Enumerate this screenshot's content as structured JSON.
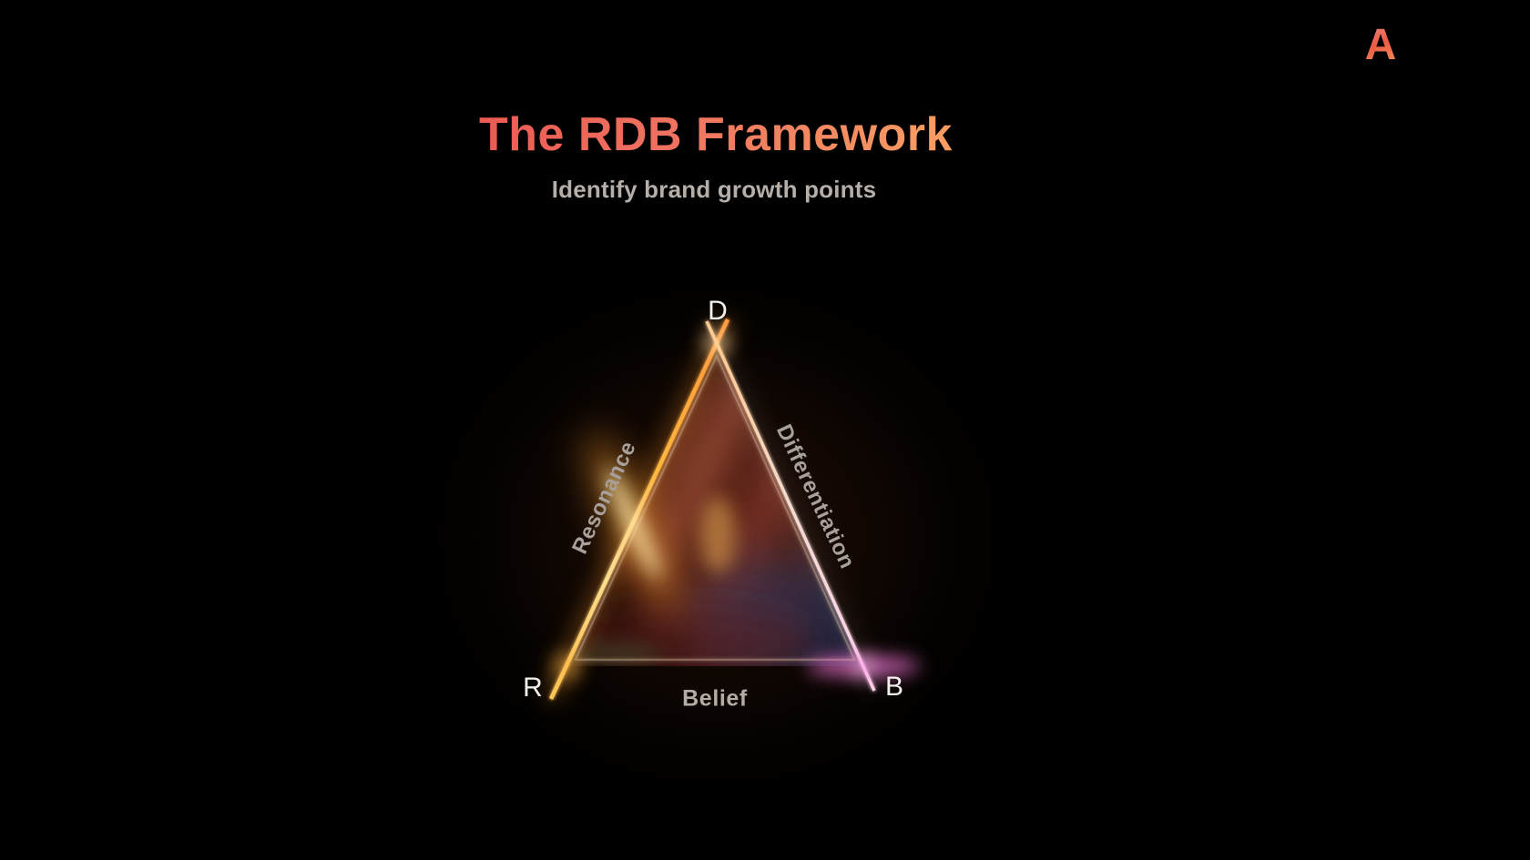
{
  "slide": {
    "background": "#000000"
  },
  "logo": {
    "letter": "A"
  },
  "header": {
    "title": "The RDB Framework",
    "subtitle": "Identify brand growth points"
  },
  "diagram": {
    "type": "triangle-framework",
    "vertex_labels": {
      "top": "D",
      "bottom_left": "R",
      "bottom_right": "B"
    },
    "edge_labels": {
      "left": "Resonance",
      "right": "Differentiation",
      "bottom": "Belief"
    },
    "colors": {
      "title_gradient_start": "#ed5a52",
      "title_gradient_end": "#f79e62",
      "subtitle_gray": "#b6aea8",
      "edge_label_gray": "#a8a09a",
      "vertex_white": "#f4f1ed",
      "glow_gold": "#ffbe4a",
      "glow_yellow_flare": "#ffe9a8",
      "glow_pink": "#f07ae0",
      "logo_coral": "#ec5a48"
    }
  }
}
